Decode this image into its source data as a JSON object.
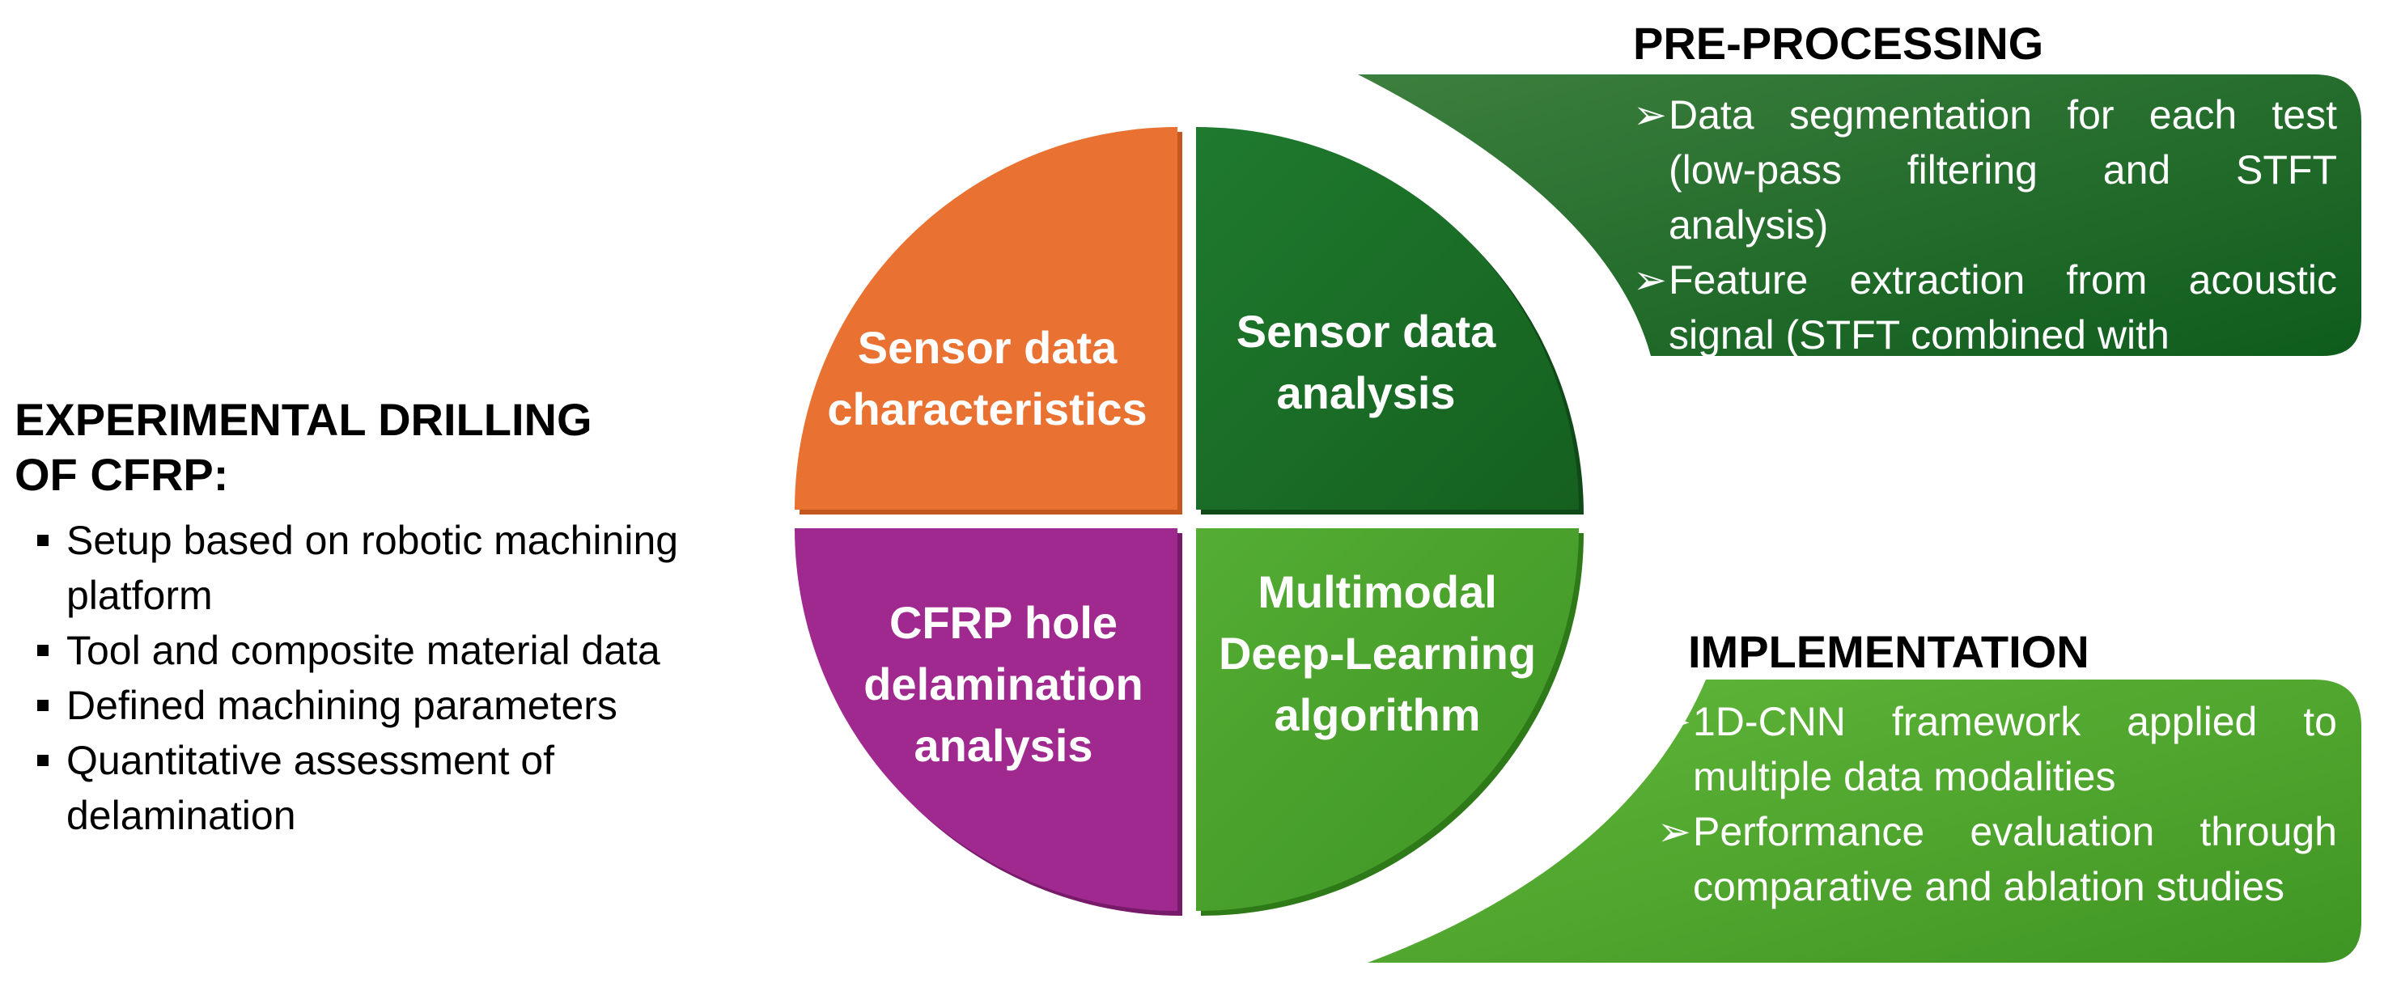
{
  "left_section": {
    "title_line1": "EXPERIMENTAL DRILLING",
    "title_line2": "OF CFRP:",
    "bullets": [
      "Setup based on robotic machining platform",
      "Tool and composite material data",
      "Defined machining parameters",
      "Quantitative assessment of delamination"
    ]
  },
  "circle": {
    "quadrants": [
      {
        "name": "top-left",
        "line1": "Sensor data",
        "line2": "characteristics",
        "color": "#E97132"
      },
      {
        "name": "top-right",
        "line1": "Sensor data",
        "line2": "analysis",
        "color": "#1E6B27"
      },
      {
        "name": "bottom-left",
        "line1": "CFRP hole",
        "line2": "delamination",
        "line3": "analysis",
        "color": "#A0298F"
      },
      {
        "name": "bottom-right",
        "line1": "Multimodal",
        "line2": "Deep-Learning",
        "line3": "algorithm",
        "color": "#4AA02C"
      }
    ]
  },
  "preprocessing": {
    "title": "PRE-PROCESSING",
    "items": [
      "Data segmentation for each test (low-pass filtering and STFT analysis)",
      "Feature extraction from acoustic signal (STFT combined with"
    ],
    "color": "#1E6B27"
  },
  "implementation": {
    "title": "IMPLEMENTATION",
    "items": [
      "1D-CNN framework applied to multiple data modalities",
      "Performance evaluation through comparative and ablation studies"
    ],
    "color": "#4AA02C"
  },
  "bullet_glyph": "➢"
}
